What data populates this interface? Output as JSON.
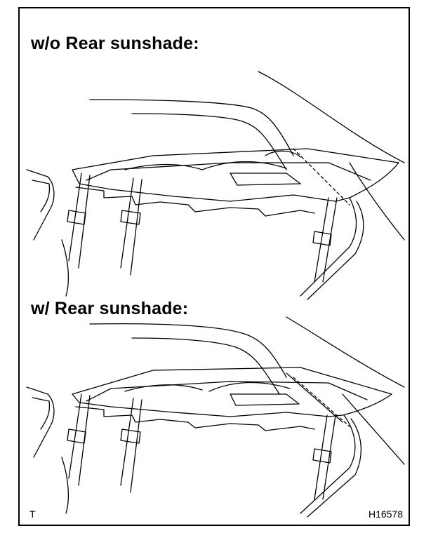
{
  "sections": [
    {
      "heading": "w/o Rear sunshade:"
    },
    {
      "heading": "w/ Rear sunshade:"
    }
  ],
  "footer": {
    "left_code": "T",
    "figure_code": "H16578"
  }
}
